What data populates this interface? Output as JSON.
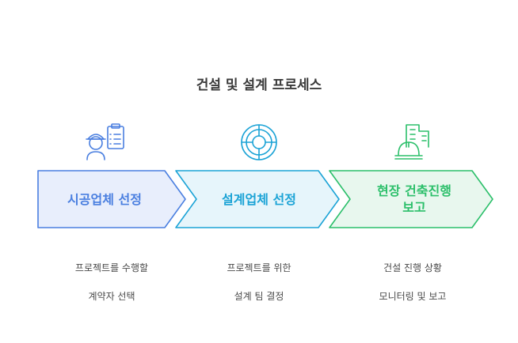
{
  "title": "건설 및 설계 프로세스",
  "colors": {
    "step1": "#4a7fe0",
    "step1_fill": "#e8eefc",
    "step2": "#1ba3d6",
    "step2_fill": "#e6f5fb",
    "step3": "#2bbf6a",
    "step3_fill": "#e8f7ee"
  },
  "steps": [
    {
      "label": "시공업체 선정",
      "icon": "worker-with-clipboard-icon",
      "description_line1": "프로젝트를 수행할",
      "description_line2": "계약자 선택"
    },
    {
      "label": "설계업체 선정",
      "icon": "compass-target-icon",
      "description_line1": "프로젝트를 위한",
      "description_line2": "설계 팀 결정"
    },
    {
      "label_line1": "현장 건축진행",
      "label_line2": "보고",
      "icon": "building-hardhat-icon",
      "description_line1": "건설 진행 상황",
      "description_line2": "모니터링 및 보고"
    }
  ]
}
